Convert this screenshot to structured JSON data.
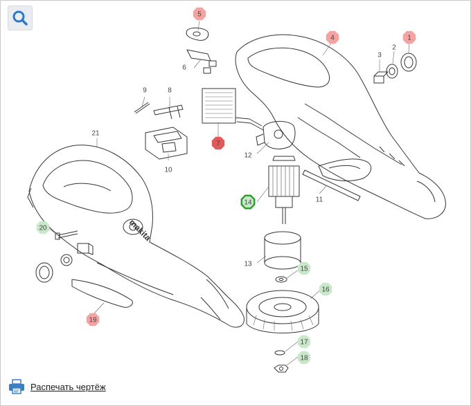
{
  "toolbar": {
    "zoom_icon": "magnifier-icon"
  },
  "print": {
    "label": "Распечать чертёж",
    "icon": "printer-icon"
  },
  "colors": {
    "callout_red": "#f4a3a3",
    "callout_green": "#c9e8c9",
    "callout_red_strong": "#e05a5a",
    "callout_green_strong": "#2e9e2e",
    "part_outline": "#333333",
    "zoom_button_bg": "#e9edf1",
    "printer_blue": "#3d7fc4"
  },
  "callouts": [
    {
      "id": "1",
      "label": "1",
      "color": "red"
    },
    {
      "id": "2",
      "label": "2",
      "color": "none"
    },
    {
      "id": "3",
      "label": "3",
      "color": "none"
    },
    {
      "id": "4",
      "label": "4",
      "color": "red"
    },
    {
      "id": "5",
      "label": "5",
      "color": "red"
    },
    {
      "id": "6",
      "label": "6",
      "color": "none"
    },
    {
      "id": "7",
      "label": "7",
      "color": "red-strong"
    },
    {
      "id": "8",
      "label": "8",
      "color": "none"
    },
    {
      "id": "9",
      "label": "9",
      "color": "none"
    },
    {
      "id": "10",
      "label": "10",
      "color": "none"
    },
    {
      "id": "11",
      "label": "11",
      "color": "none"
    },
    {
      "id": "12",
      "label": "12",
      "color": "none"
    },
    {
      "id": "13",
      "label": "13",
      "color": "none"
    },
    {
      "id": "14",
      "label": "14",
      "color": "green-strong"
    },
    {
      "id": "15",
      "label": "15",
      "color": "green"
    },
    {
      "id": "16",
      "label": "16",
      "color": "green"
    },
    {
      "id": "17",
      "label": "17",
      "color": "green"
    },
    {
      "id": "18",
      "label": "18",
      "color": "green"
    },
    {
      "id": "19",
      "label": "19",
      "color": "red"
    },
    {
      "id": "20",
      "label": "20",
      "color": "green"
    },
    {
      "id": "21",
      "label": "21",
      "color": "none"
    }
  ],
  "brand_mark": "makita"
}
